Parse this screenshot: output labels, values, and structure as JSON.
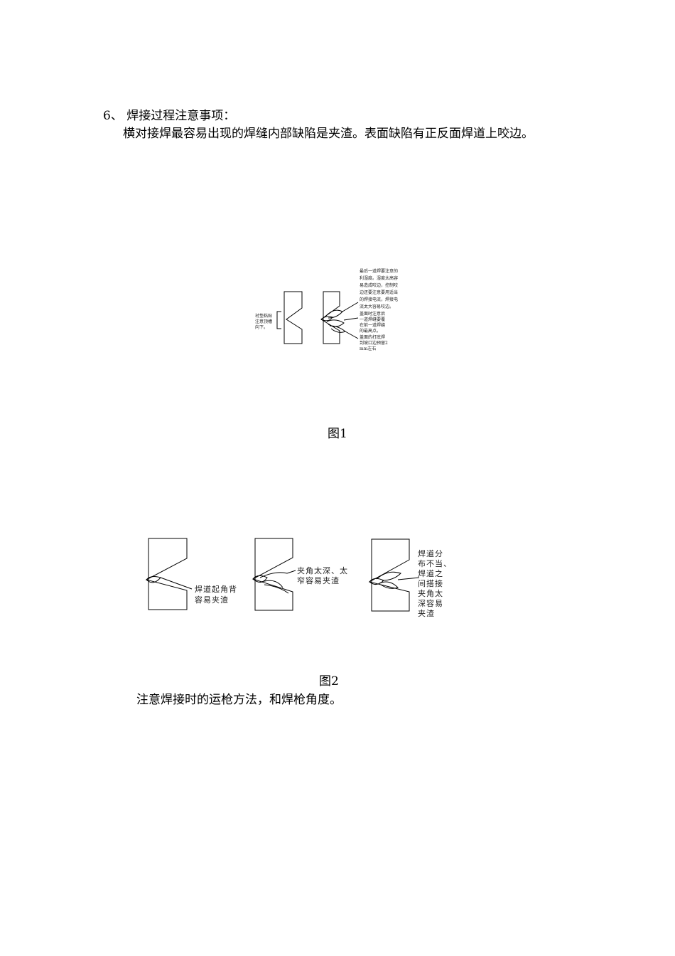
{
  "heading": "6、 焊接过程注意事项：",
  "para1": "横对接焊最容易出现的焊缝内部缺陷是夹渣。表面缺陷有正反面焊道上咬边。",
  "figure1": {
    "caption": "图1",
    "left_note": [
      "衬垫粘贴",
      "注意顶槽",
      "向下。"
    ],
    "note_top": [
      "最后一道焊要注意的",
      "利湿度。湿度太高容",
      "易造成咬边，控制咬",
      "边还要注意要用适当",
      "的焊接电流，焊接电",
      "流太大容易咬边。"
    ],
    "note_mid": [
      "盖面时注意后",
      "一道焊缝要覆",
      "在前一道焊缝",
      "的最高点。"
    ],
    "note_bot": [
      "盖面的打底焊",
      "到坡口边预留2",
      "mm左右"
    ]
  },
  "figure2": {
    "caption": "图2",
    "label_a": [
      "焊道起角背",
      "容易夹渣"
    ],
    "label_b": [
      "夹角太深、太",
      "窄容易夹渣"
    ],
    "label_c": [
      "焊道分",
      "布不当、",
      "焊道之",
      "间搭接",
      "夹角太",
      "深容易",
      "夹渣"
    ]
  },
  "para2": "注意焊接时的运枪方法，和焊枪角度。"
}
